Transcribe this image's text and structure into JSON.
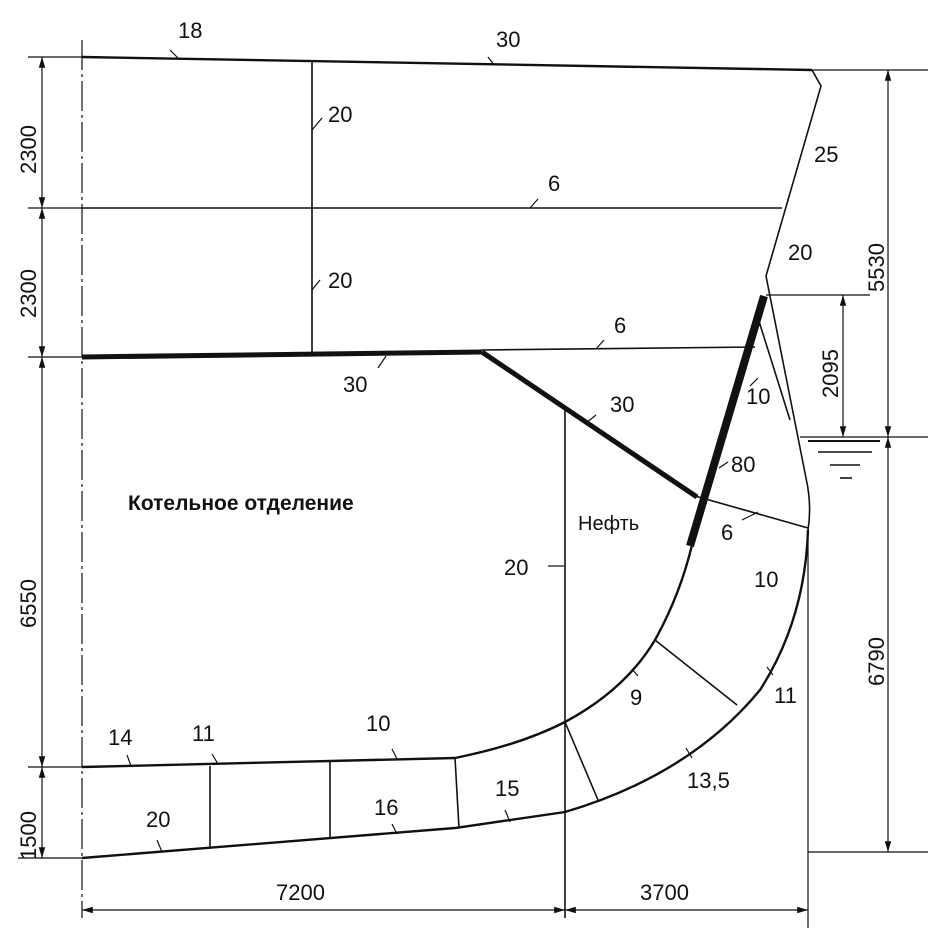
{
  "title": "Котельное отделение",
  "tank_label": "Нефть",
  "thickness_labels": {
    "deck_top_left": "18",
    "deck_top": "30",
    "bulkhead_upper": "20",
    "deck_2": "6",
    "side_upper": "25",
    "side_mid": "20",
    "bulkhead_lower": "20",
    "deck_3_right": "6",
    "platform": "30",
    "slope": "30",
    "side_inner": "10",
    "long_bulkhead": "80",
    "tank_top": "6",
    "bilge_inner_plate": "10",
    "vertical_bulkhead": "20",
    "bilge_inner": "9",
    "bilge_outer_upper": "11",
    "bilge_outer_lower": "13,5",
    "inner_bottom_1": "14",
    "inner_bottom_2": "11",
    "inner_bottom_3": "10",
    "bottom_1": "20",
    "bottom_2": "16",
    "bottom_3": "15"
  },
  "dimensions": {
    "left": [
      "2300",
      "2300",
      "6550",
      "1500"
    ],
    "right_upper": "5530",
    "right_draft_gap": "2095",
    "right_lower": "6790",
    "bottom_left": "7200",
    "bottom_right": "3700"
  }
}
